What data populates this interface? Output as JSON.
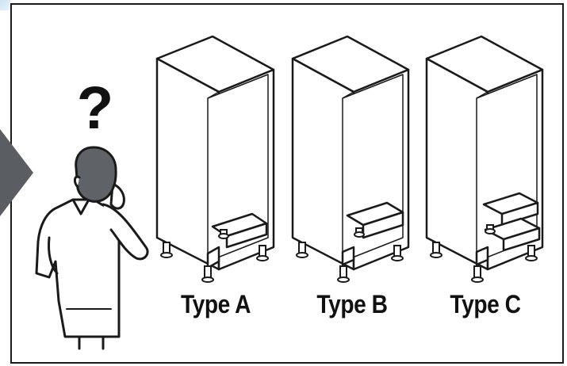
{
  "labels": {
    "type_a": "Type A",
    "type_b": "Type B",
    "type_c": "Type C",
    "question_mark": "?"
  },
  "colors": {
    "line": "#1a1a1a",
    "arrow_fill": "#5a5e63",
    "background": "#ffffff"
  },
  "icons": {
    "person": "person-thinking-icon",
    "question": "question-mark-icon",
    "arrow": "arrow-right-icon"
  }
}
